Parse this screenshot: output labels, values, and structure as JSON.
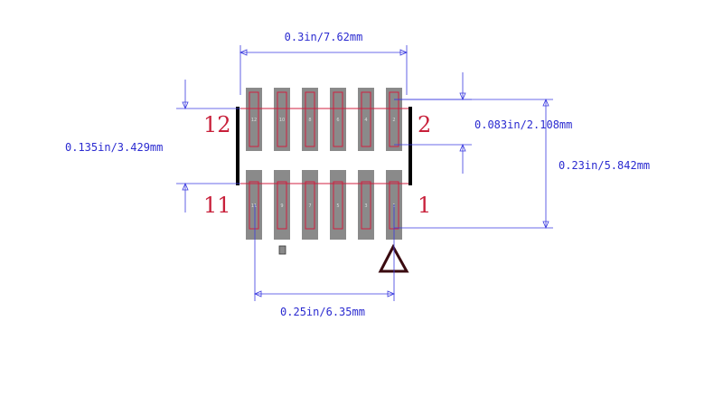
{
  "dimensions": {
    "width": "0.3in/7.62mm",
    "pad_gap": "0.083in/2.108mm",
    "body_height": "0.135in/3.429mm",
    "row_span": "0.23in/5.842mm",
    "pitch_span": "0.25in/6.35mm"
  },
  "pin_labels": {
    "top_left": "12",
    "top_right": "2",
    "bottom_left": "11",
    "bottom_right": "1"
  },
  "pad_numbers": {
    "top": [
      "12",
      "10",
      "8",
      "6",
      "4",
      "2"
    ],
    "bottom": [
      "11",
      "9",
      "7",
      "5",
      "3",
      "1"
    ]
  },
  "colors": {
    "pad": "#8a8a8a",
    "outline": "#d02040",
    "dimension": "#3a3ae0",
    "pin_label": "#c8203a",
    "silkscreen": "#000000"
  }
}
